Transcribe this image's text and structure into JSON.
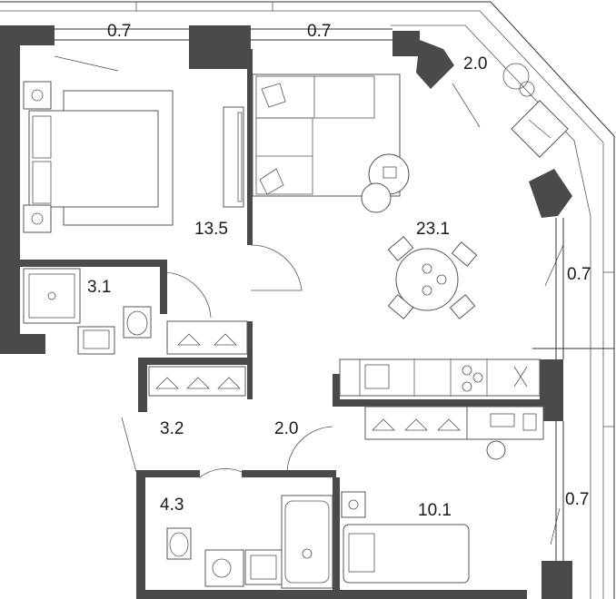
{
  "colors": {
    "wall": "#4a4a4a",
    "line": "#333333",
    "background": "#ffffff"
  },
  "balcony": {
    "left": "0.7",
    "center": "0.7",
    "corner": "2.0",
    "right_upper": "0.7",
    "right_lower": "0.7"
  },
  "rooms": {
    "bedroom_main": "13.5",
    "living": "23.1",
    "bathroom_small": "3.1",
    "hall": "3.2",
    "corridor": "2.0",
    "bathroom": "4.3",
    "bedroom_second": "10.1"
  }
}
